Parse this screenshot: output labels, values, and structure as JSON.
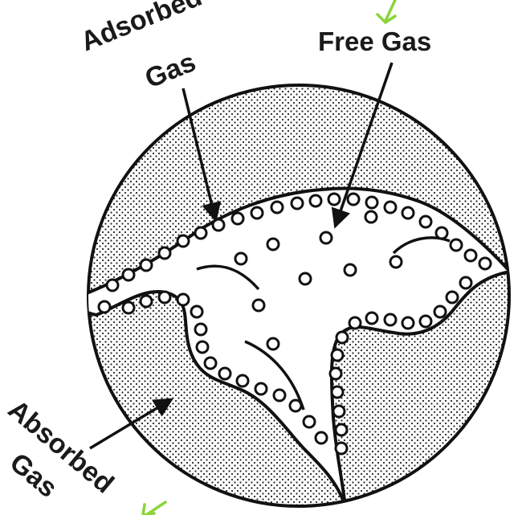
{
  "labels": {
    "adsorbed_line1": "Adsorbed",
    "adsorbed_line2": "Gas",
    "free_gas": "Free Gas",
    "absorbed_line1": "Absorbed",
    "absorbed_line2": "Gas"
  },
  "colors": {
    "ink": "#111111",
    "stipple": "#222222",
    "accent_arrow": "#8bd43a",
    "background": "#ffffff"
  }
}
